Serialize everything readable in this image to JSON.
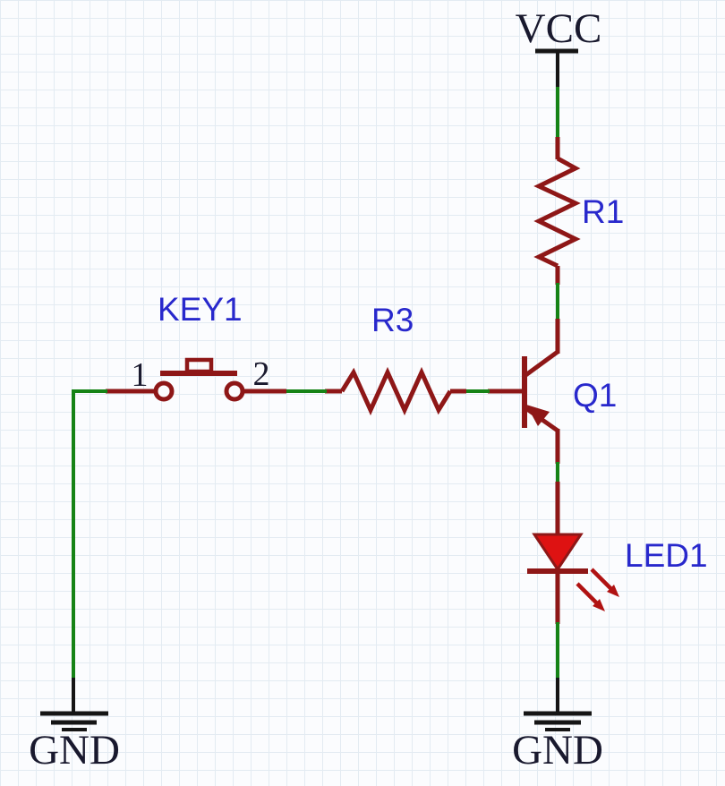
{
  "labels": {
    "vcc": "VCC",
    "r1": "R1",
    "r3": "R3",
    "key1": "KEY1",
    "pin1": "1",
    "pin2": "2",
    "q1": "Q1",
    "led1": "LED1",
    "gnd_left": "GND",
    "gnd_right": "GND"
  },
  "components": [
    {
      "ref": "VCC",
      "type": "power-rail"
    },
    {
      "ref": "R1",
      "type": "resistor"
    },
    {
      "ref": "R3",
      "type": "resistor"
    },
    {
      "ref": "KEY1",
      "type": "pushbutton-switch",
      "pins": [
        "1",
        "2"
      ]
    },
    {
      "ref": "Q1",
      "type": "pnp-transistor"
    },
    {
      "ref": "LED1",
      "type": "led"
    },
    {
      "ref": "GND",
      "type": "ground",
      "count": 2
    }
  ],
  "colors": {
    "component_stroke": "#8e1717",
    "wire_net": "#168316",
    "power_symbol": "#151515",
    "led_fill": "#de1212",
    "emission_arrows": "#b01212",
    "designator_text": "#2828cc",
    "power_text": "#19192e",
    "grid_line": "#e3ebf2",
    "background": "#fbfcfe"
  }
}
